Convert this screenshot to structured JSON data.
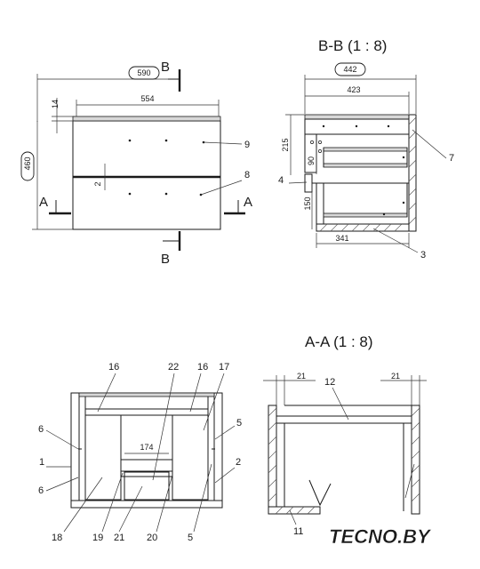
{
  "views": {
    "front": {
      "dims": {
        "overall_width": "590",
        "inner_width": "554",
        "top_offset": "14",
        "height": "460",
        "gap": "2"
      },
      "callouts": {
        "upper_front": "9",
        "lower_front": "8"
      },
      "cut_a": "A",
      "cut_b": "B"
    },
    "section_bb": {
      "title": "B-B (1 : 8)",
      "dims": {
        "depth_total": "442",
        "depth_inner": "423",
        "upper_height": "215",
        "drawer_height_upper": "90",
        "drawer_height_lower": "150",
        "drawer_depth": "341"
      },
      "callouts": {
        "side_panel": "7",
        "rail": "4",
        "bottom": "3"
      }
    },
    "rear": {
      "dims": {
        "middle_width": "174"
      },
      "callouts": {
        "c16a": "16",
        "c22": "22",
        "c16b": "16",
        "c17": "17",
        "c6a": "6",
        "c1": "1",
        "c6b": "6",
        "c5a": "5",
        "c2": "2",
        "c18": "18",
        "c19": "19",
        "c21": "21",
        "c20": "20",
        "c5b": "5"
      }
    },
    "section_aa": {
      "title": "A-A (1 : 8)",
      "dims": {
        "left_gap": "21",
        "right_gap": "21"
      },
      "callouts": {
        "top_board": "12",
        "base": "11"
      }
    }
  },
  "logo": {
    "text": "TECNO.BY",
    "color_main": "#ff5a14",
    "color_accent": "#ffffff"
  }
}
